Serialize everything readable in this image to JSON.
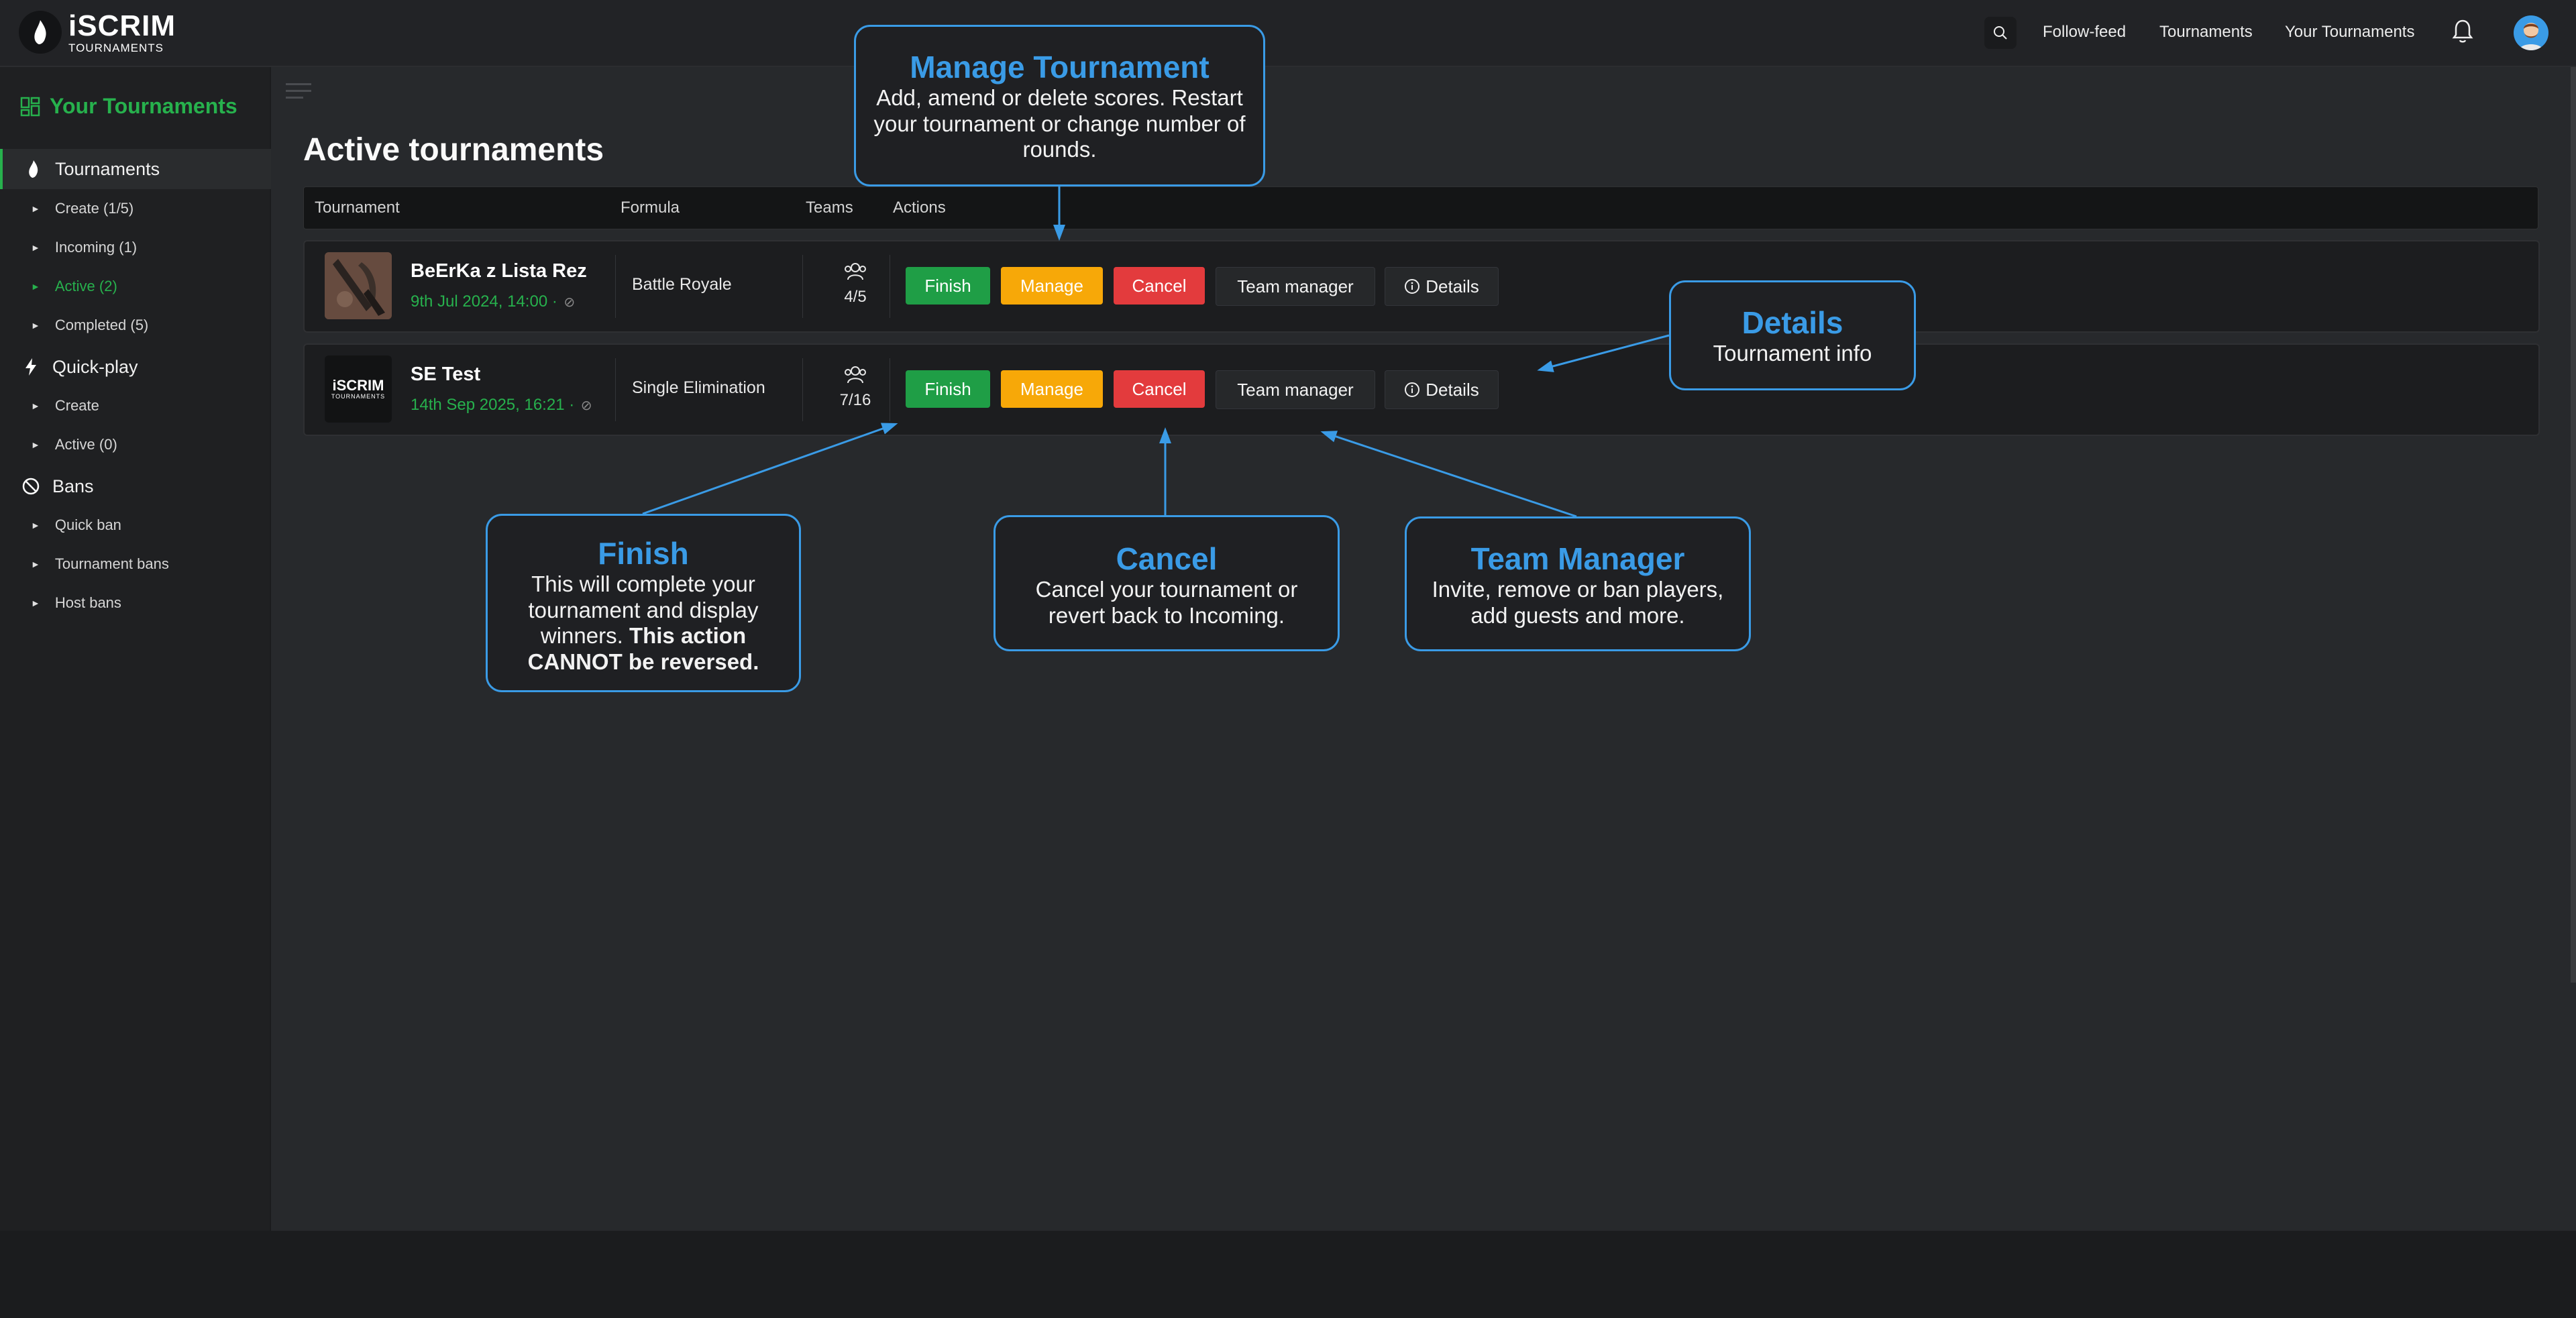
{
  "header": {
    "logo_main": "iSCRIM",
    "logo_sub": "TOURNAMENTS",
    "nav": [
      "Follow-feed",
      "Tournaments",
      "Your Tournaments"
    ]
  },
  "sidebar": {
    "title": "Your Tournaments",
    "sections": [
      {
        "label": "Tournaments",
        "icon": "flame-icon",
        "items": [
          "Create (1/5)",
          "Incoming (1)",
          "Active (2)",
          "Completed (5)"
        ]
      },
      {
        "label": "Quick-play",
        "icon": "lightning-icon",
        "items": [
          "Create",
          "Active (0)"
        ]
      },
      {
        "label": "Bans",
        "icon": "ban-icon",
        "items": [
          "Quick ban",
          "Tournament bans",
          "Host bans"
        ]
      }
    ]
  },
  "main": {
    "title": "Active tournaments",
    "columns": [
      "Tournament",
      "Formula",
      "Teams",
      "Actions"
    ],
    "rows": [
      {
        "name": "BeErKa z Lista Rez",
        "date": "9th Jul 2024, 14:00 ·",
        "formula": "Battle Royale",
        "teams": "4/5"
      },
      {
        "name": "SE Test",
        "date": "14th Sep 2025, 16:21 ·",
        "formula": "Single Elimination",
        "teams": "7/16"
      }
    ],
    "actions": {
      "finish": "Finish",
      "manage": "Manage",
      "cancel": "Cancel",
      "team_manager": "Team manager",
      "details": "Details"
    },
    "thumb_text": {
      "main": "iSCRIM",
      "sub": "TOURNAMENTS"
    }
  },
  "annotations": {
    "manage": {
      "title": "Manage Tournament",
      "body": "Add, amend or delete scores. Restart your tournament or change number of rounds."
    },
    "details": {
      "title": "Details",
      "body": "Tournament info"
    },
    "finish": {
      "title": "Finish",
      "body": "This will complete your tournament and display winners.",
      "body_bold": "This action CANNOT be reversed."
    },
    "cancel": {
      "title": "Cancel",
      "body": "Cancel your tournament or revert back to Incoming."
    },
    "team_manager": {
      "title": "Team Manager",
      "body": "Invite, remove or ban players, add guests and more."
    }
  },
  "colors": {
    "accent_green": "#27b14d",
    "finish": "#1f9e46",
    "manage": "#f7a808",
    "cancel": "#e33b3d",
    "callout_blue": "#3a9be6"
  }
}
